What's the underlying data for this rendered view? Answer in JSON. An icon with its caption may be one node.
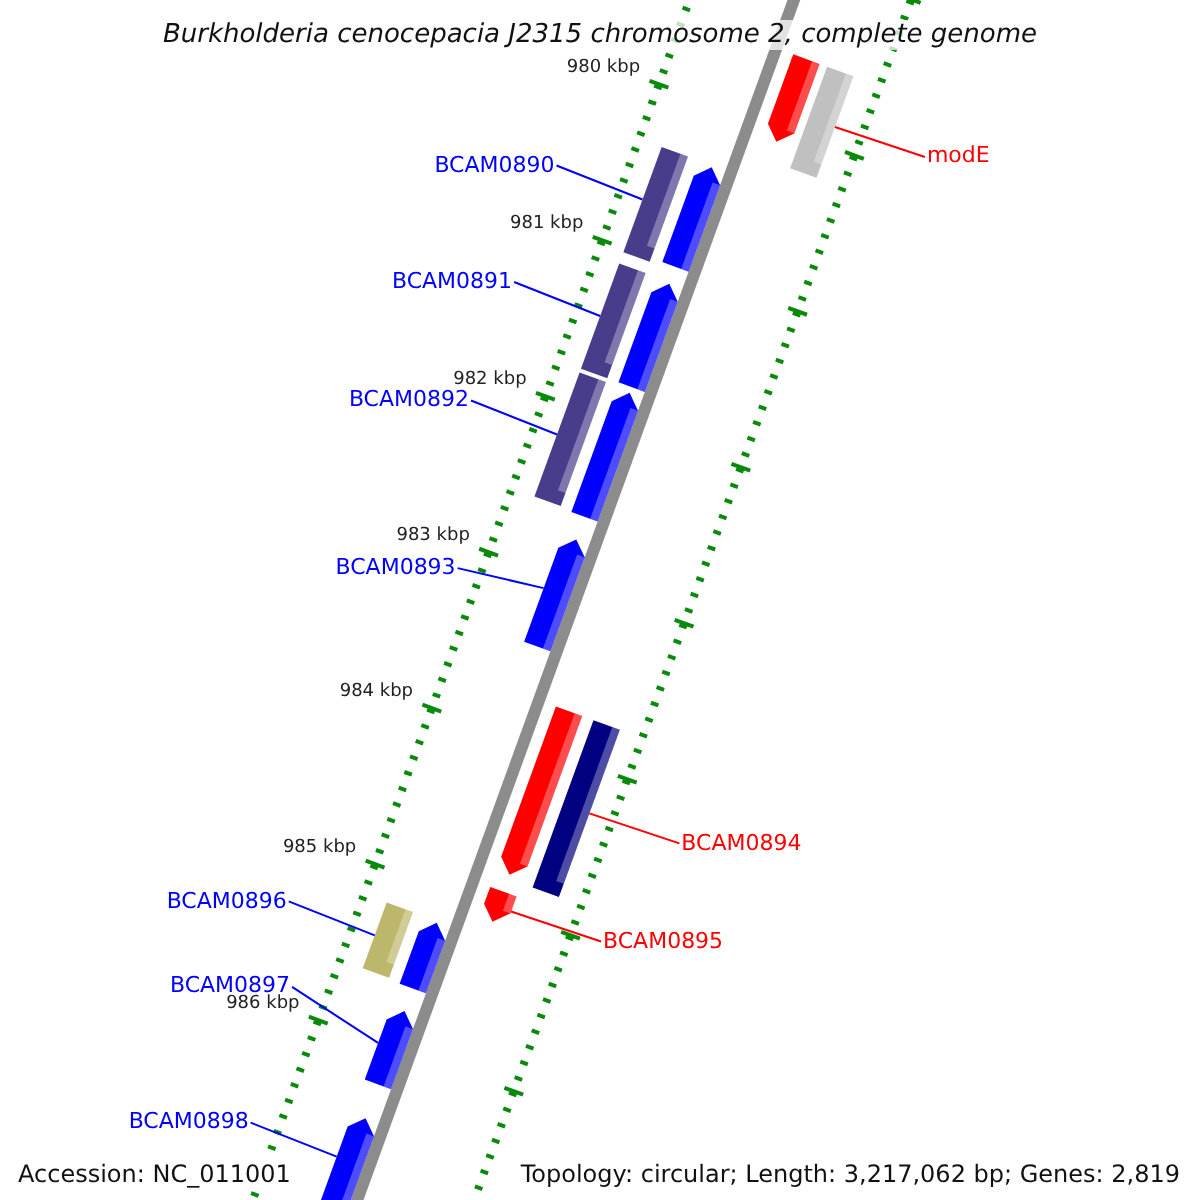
{
  "diagram": {
    "title": "Burkholderia cenocepacia J2315 chromosome 2, complete genome",
    "nodes": [
      {
        "text": [
          "modE"
        ]
      },
      {
        "text": [
          "BCAM0890"
        ]
      },
      {
        "text": [
          "BCAM0891"
        ]
      },
      {
        "text": [
          "BCAM0892"
        ]
      },
      {
        "text": [
          "BCAM0893"
        ]
      },
      {
        "text": [
          "BCAM0894"
        ]
      },
      {
        "text": [
          "BCAM0896"
        ]
      },
      {
        "text": [
          "BCAM0895"
        ]
      },
      {
        "text": [
          "BCAM0897"
        ]
      },
      {
        "text": [
          "BCAM0898"
        ]
      },
      {
        "text": [],
        "shape": "bar"
      },
      {
        "text": [],
        "shape": "bar"
      },
      {
        "text": [],
        "shape": "bar"
      },
      {
        "text": [],
        "shape": "bar"
      },
      {
        "text": [],
        "shape": "arrow"
      },
      {
        "text": [],
        "shape": "bar"
      },
      {
        "text": [],
        "shape": "bar"
      },
      {
        "text": [],
        "shape": "arrow"
      },
      {
        "text": [],
        "shape": "arrow"
      },
      {
        "text": [],
        "shape": "arrow"
      },
      {
        "text": [],
        "shape": "arrow"
      },
      {
        "text": [],
        "shape": "arrow"
      },
      {
        "text": [],
        "shape": "arrow"
      },
      {
        "text": [],
        "shape": "arrow"
      },
      {
        "text": [],
        "shape": "arrow"
      },
      {
        "text": [],
        "shape": "arrow"
      }
    ],
    "edges": [
      {
        "from": 0,
        "to": 10,
        "arrow": "none",
        "color": "#ff0000"
      },
      {
        "from": 1,
        "to": 11,
        "arrow": "none"
      },
      {
        "from": 2,
        "to": 12,
        "arrow": "none"
      },
      {
        "from": 3,
        "to": 13,
        "arrow": "none"
      },
      {
        "from": 4,
        "to": 14,
        "arrow": "none"
      },
      {
        "from": 5,
        "to": 15,
        "arrow": "none",
        "color": "#ff0000"
      },
      {
        "from": 6,
        "to": 16,
        "arrow": "none"
      },
      {
        "from": 7,
        "to": 17,
        "arrow": "none",
        "color": "#ff0000"
      },
      {
        "from": 8,
        "to": 18,
        "arrow": "none"
      },
      {
        "from": 9,
        "to": 19,
        "arrow": "none"
      }
    ],
    "labels": [
      "980 kbp",
      "981 kbp",
      "982 kbp",
      "983 kbp",
      "984 kbp",
      "985 kbp",
      "986 kbp",
      "Accession: NC_011001",
      "Topology: circular; Length: 3,217,062 bp; Genes: 2,819"
    ]
  }
}
